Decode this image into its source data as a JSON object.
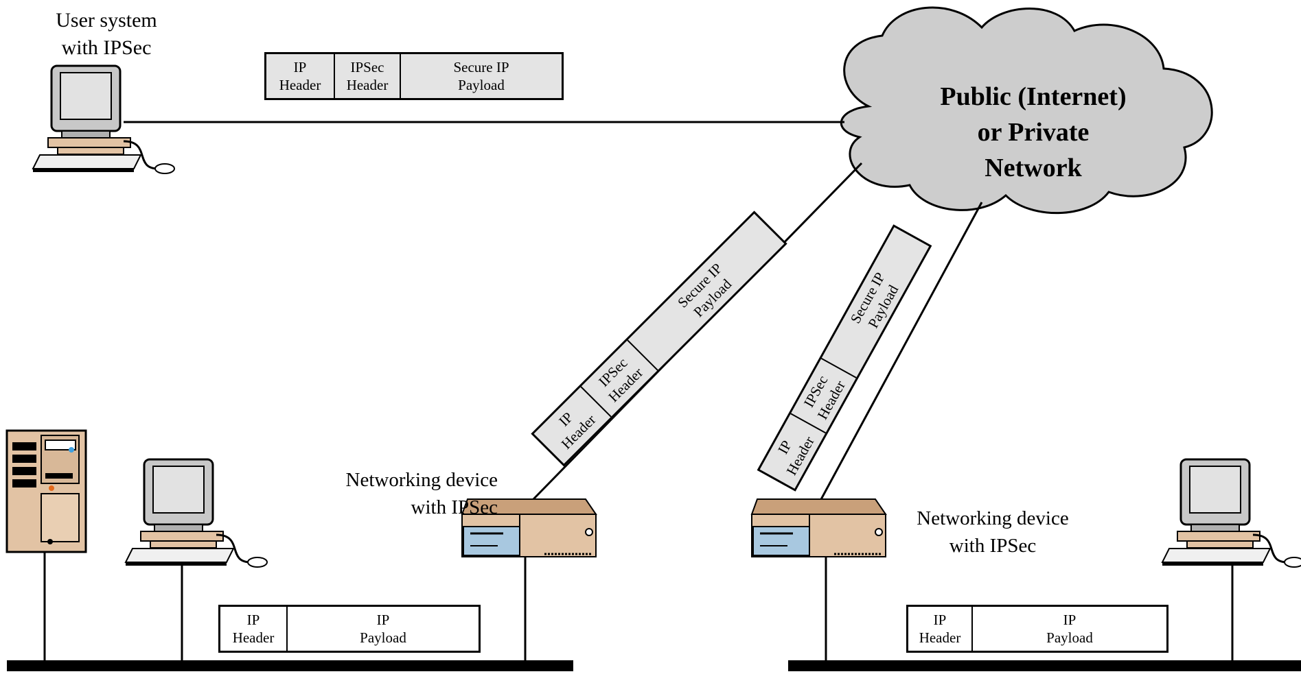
{
  "cloud": {
    "label": "Public (Internet)\nor Private\nNetwork"
  },
  "labels": {
    "user_system": "User system\nwith IPSec",
    "networking_device_left": "Networking device\nwith IPSec",
    "networking_device_right": "Networking device\nwith IPSec"
  },
  "packets": {
    "top": {
      "ip_header": "IP\nHeader",
      "ipsec_header": "IPSec\nHeader",
      "payload": "Secure IP\nPayload"
    },
    "diag_left": {
      "ip_header": "IP\nHeader",
      "ipsec_header": "IPSec\nHeader",
      "payload": "Secure IP\nPayload"
    },
    "diag_right": {
      "ip_header": "IP\nHeader",
      "ipsec_header": "IPSec\nHeader",
      "payload": "Secure IP\nPayload"
    },
    "lan_left": {
      "ip_header": "IP\nHeader",
      "payload": "IP\nPayload"
    },
    "lan_right": {
      "ip_header": "IP\nHeader",
      "payload": "IP\nPayload"
    }
  },
  "colors": {
    "secure_packet": "#e4e4e4",
    "cloud_fill": "#cdcdcd",
    "device_tan": "#e2c3a4",
    "monitor_grey": "#c8c8c8"
  }
}
